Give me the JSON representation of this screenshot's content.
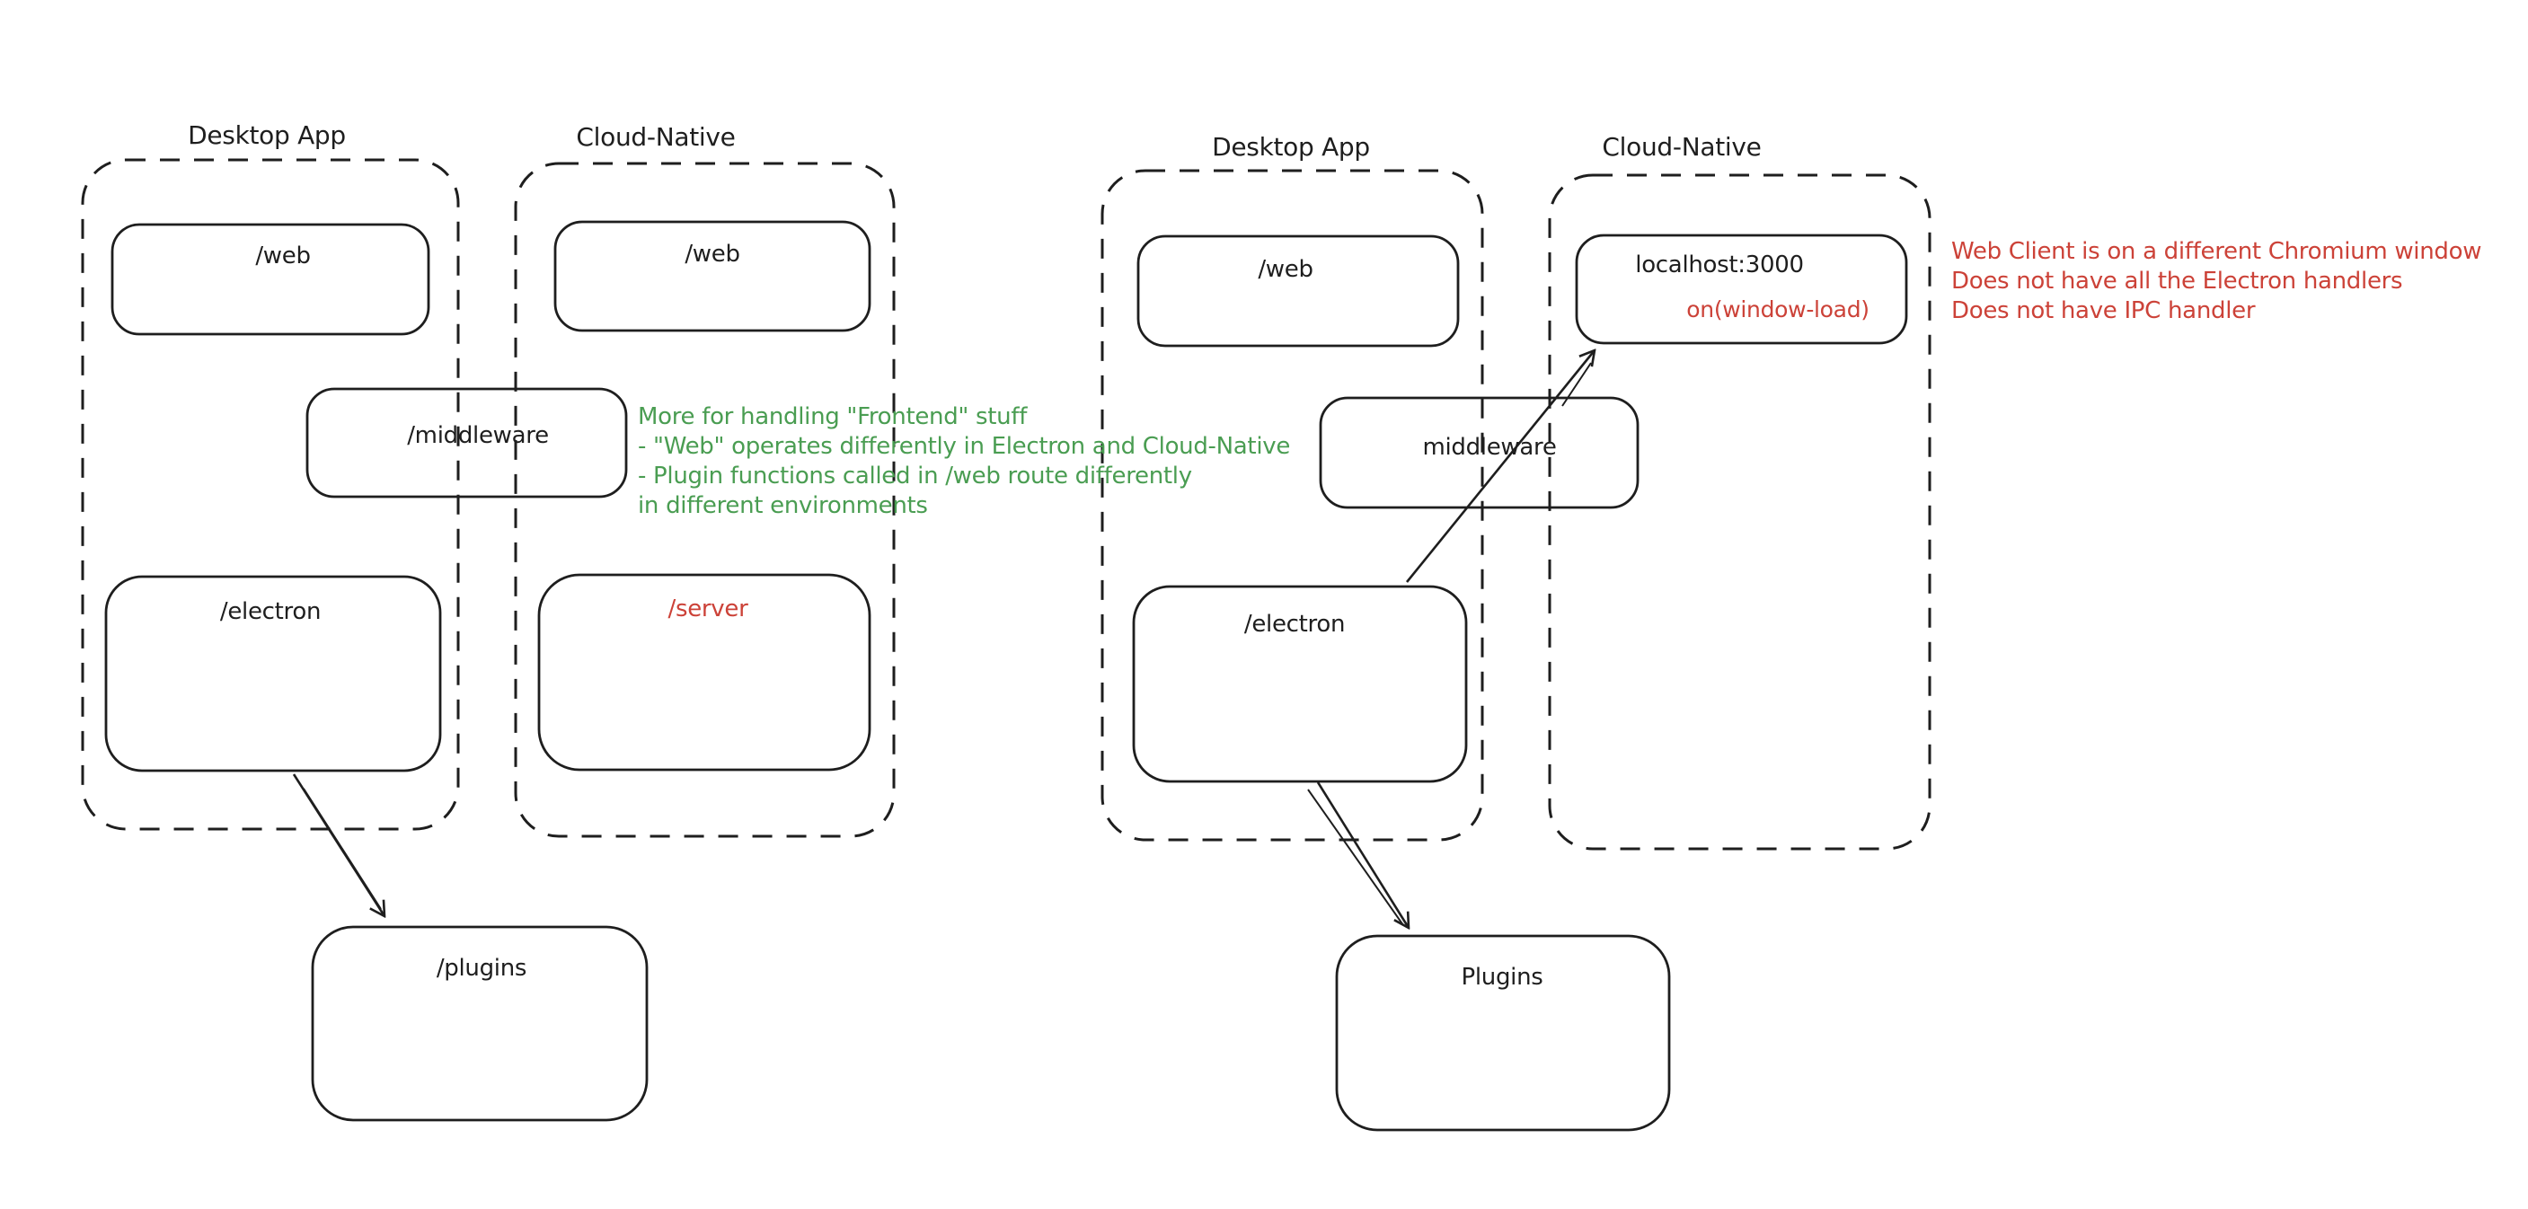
{
  "colors": {
    "stroke": "#1e1e1e",
    "red_text": "#cc4238",
    "green_text": "#4a9d52",
    "background": "#ffffff"
  },
  "diagram_left": {
    "desktop_container_label": "Desktop App",
    "cloud_container_label": "Cloud-Native",
    "desktop_web_box_label": "/web",
    "middleware_box_label": "/middleware",
    "electron_box_label": "/electron",
    "cloud_web_box_label": "/web",
    "server_box_label": "/server",
    "plugins_box_label": "/plugins",
    "annotation": {
      "color": "green",
      "lines": [
        "More for handling \"Frontend\" stuff",
        "- \"Web\" operates differently in Electron and Cloud-Native",
        "- Plugin functions called in /web route differently",
        "in different environments"
      ]
    }
  },
  "diagram_right": {
    "desktop_container_label": "Desktop App",
    "cloud_container_label": "Cloud-Native",
    "desktop_web_box_label": "/web",
    "middleware_box_label": "middleware",
    "electron_box_label": "/electron",
    "localhost_box_label": "localhost:3000",
    "localhost_box_sublabel": "on(window-load)",
    "plugins_box_label": "Plugins",
    "annotation": {
      "color": "red",
      "lines": [
        "Web Client is on a different Chromium window",
        "Does not have all the Electron handlers",
        "Does not have IPC handler"
      ]
    }
  }
}
